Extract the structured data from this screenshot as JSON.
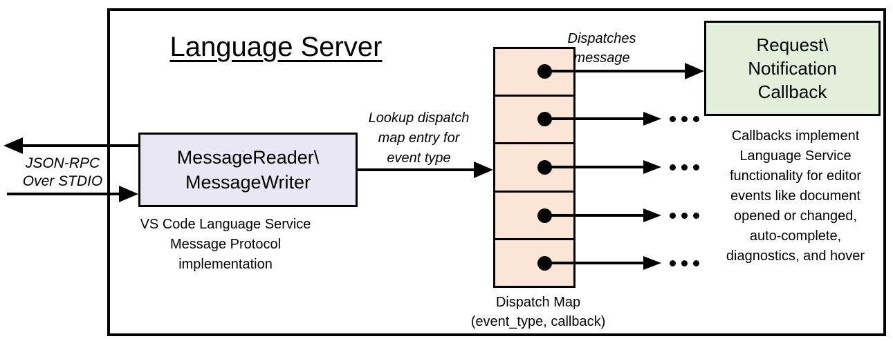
{
  "diagram": {
    "title": "Language Server",
    "io_label_lines": [
      "JSON-RPC",
      "Over STDIO"
    ],
    "message_box_lines": [
      "MessageReader\\",
      "MessageWriter"
    ],
    "message_caption_lines": [
      "VS Code Language Service",
      "Message Protocol implementation"
    ],
    "lookup_label_lines": [
      "Lookup dispatch",
      "map entry for",
      "event type"
    ],
    "dispatches_label_lines": [
      "Dispatches",
      "message"
    ],
    "callback_box_lines": [
      "Request\\",
      "Notification",
      "Callback"
    ],
    "callback_caption_lines": [
      "Callbacks implement",
      "Language Service",
      "functionality for editor",
      "events like document",
      "opened or changed,",
      "auto-complete,",
      "diagnostics, and hover"
    ],
    "dispatch_caption_lines": [
      "Dispatch Map",
      "(event_type, callback)"
    ],
    "dispatch_map": {
      "slot_count": 5
    },
    "colors": {
      "stroke": "#000000",
      "message_box_fill": "#e8e7f2",
      "dispatch_map_fill": "#fbe5d6",
      "callback_box_fill": "#e2efda",
      "background": "#ffffff"
    }
  }
}
